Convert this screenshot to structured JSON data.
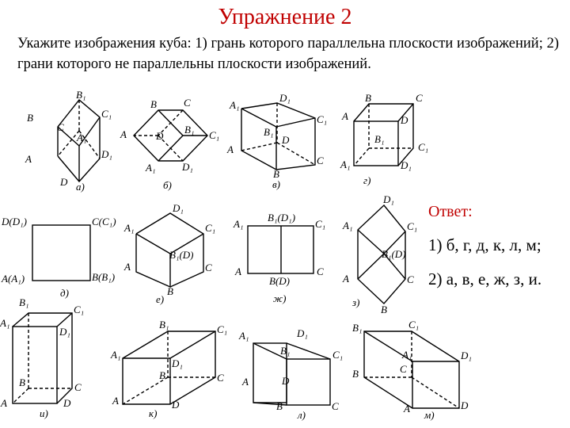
{
  "title": "Упражнение 2",
  "statement": "Укажите изображения куба: 1) грань которого параллельна плоскости изображений; 2) грани которого не параллельны плоскости изображений.",
  "answer": {
    "label": "Ответ:",
    "line1": "1) б, г, д, к, л, м;",
    "line2": "2) а, в, е, ж, з, и."
  },
  "figures": {
    "a": {
      "caption": "а)",
      "labels": [
        "B₁",
        "B",
        "C₁",
        "C",
        "A₁",
        "A",
        "D₁",
        "D"
      ]
    },
    "b": {
      "caption": "б)",
      "labels": [
        "B",
        "C",
        "A",
        "D",
        "B₁",
        "C₁",
        "A₁",
        "D₁"
      ]
    },
    "v": {
      "caption": "в)",
      "labels": [
        "A₁",
        "D₁",
        "B₁",
        "C₁",
        "D",
        "A",
        "C",
        "B"
      ]
    },
    "g": {
      "caption": "г)",
      "labels": [
        "B",
        "C",
        "A",
        "D",
        "B₁",
        "C₁",
        "A₁",
        "D₁"
      ]
    },
    "d": {
      "caption": "д)",
      "labels": [
        "D(D₁)",
        "C(C₁)",
        "A(A₁)",
        "B(B₁)"
      ]
    },
    "e": {
      "caption": "е)",
      "labels": [
        "D₁",
        "A₁",
        "C₁",
        "B₁(D)",
        "A",
        "C",
        "B"
      ]
    },
    "zh": {
      "caption": "ж)",
      "labels": [
        "A₁",
        "B₁(D₁)",
        "C₁",
        "A",
        "B(D)",
        "C"
      ]
    },
    "z": {
      "caption": "з)",
      "labels": [
        "D₁",
        "A₁",
        "C₁",
        "B₁(D)",
        "A",
        "C",
        "B"
      ]
    },
    "i": {
      "caption": "и)",
      "labels": [
        "A₁",
        "D₁",
        "B₁",
        "C₁",
        "A",
        "D",
        "B",
        "C"
      ]
    },
    "k": {
      "caption": "к)",
      "labels": [
        "B₁",
        "C₁",
        "A₁",
        "D₁",
        "B",
        "C",
        "A",
        "D"
      ]
    },
    "l": {
      "caption": "л)",
      "labels": [
        "D₁",
        "A₁",
        "B₁",
        "C₁",
        "D",
        "A",
        "B",
        "C"
      ]
    },
    "m": {
      "caption": "м)",
      "labels": [
        "B₁",
        "C₁",
        "A₁",
        "D₁",
        "B",
        "C",
        "A",
        "D"
      ]
    }
  }
}
